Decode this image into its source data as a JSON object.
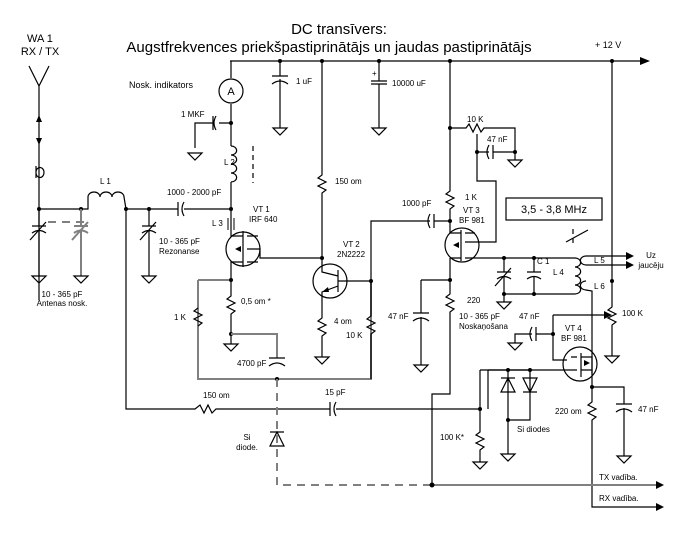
{
  "title": {
    "line1": "DC transīvers:",
    "line2": "Augstfrekvences priekšpastiprinātājs un jaudas pastiprinātājs"
  },
  "antenna": {
    "name": "WA 1",
    "mode": "RX / TX"
  },
  "supply": "+ 12 V",
  "band_box": "3,5 - 3,8 MHz",
  "labels": {
    "meter_label": "Nosk. indikators",
    "meter_symbol": "A",
    "c_1mkf": "1 MKF",
    "c_1uf": "1 uF",
    "c_10000uf": "10000 uF",
    "c_polarity": "+",
    "l1": "L 1",
    "l2": "L 2",
    "l3": "L 3",
    "l4": "L 4",
    "l5": "L 5",
    "l6": "L 6",
    "c1": "C 1",
    "c_coupling": "1000 - 2000 pF",
    "c_res_val": "10 - 365 pF",
    "c_res_name": "Rezonanse",
    "c_ant_val": "10 - 365 pF",
    "c_ant_name": "Antenas nosk.",
    "vt1_name": "VT 1",
    "vt1_type": "IRF 640",
    "vt2_name": "VT 2",
    "vt2_type": "2N2222",
    "vt3_name": "VT 3",
    "vt3_type": "BF 981",
    "vt4_name": "VT 4",
    "vt4_type": "BF 981",
    "r_150_top": "150 om",
    "r_10k_pot": "10 K",
    "c_47nf_top": "47 nF",
    "r_1k_vt3": "1 K",
    "c_1000pf": "1000 pF",
    "r_1k_left": "1 K",
    "r_05": "0,5 om *",
    "c_4700": "4700 pF",
    "r_4om": "4 om",
    "r_10k": "10 K",
    "c_47nf_mid": "47 nF",
    "r_220": "220",
    "c_tune_val": "10 - 365 pF",
    "c_tune_name": "Noskaņošana",
    "c_47nf_vt4": "47 nF",
    "r_100k_pot": "100 K",
    "out_mixer_1": "Uz",
    "out_mixer_2": "jaucēju",
    "r_150_bottom": "150 om",
    "c_15pf": "15 pF",
    "diode_si_1": "Si",
    "diode_si_2": "diode.",
    "r_100k": "100 K*",
    "diodes_si": "Si diodes",
    "r_220om": "220 om",
    "c_47nf_br": "47 nF",
    "tx_ctrl": "TX vadība.",
    "rx_ctrl": "RX vadība."
  }
}
